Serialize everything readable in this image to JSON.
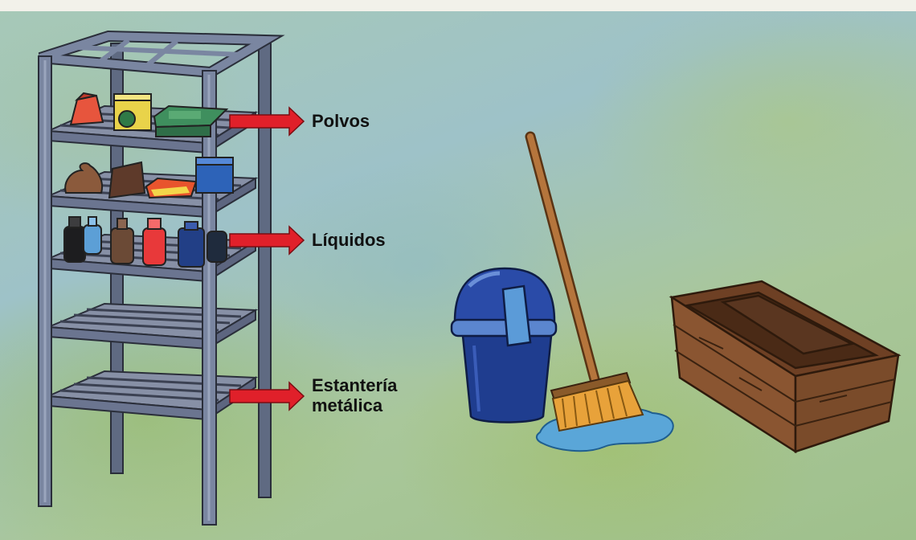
{
  "labels": {
    "powders": "Polvos",
    "liquids": "Líquidos",
    "shelf_line1": "Estantería",
    "shelf_line2": "metálica"
  },
  "colors": {
    "shelf_frame": "#6f7a93",
    "arrow": "#e0202a",
    "bucket": "#1f3d8f",
    "mop_handle": "#b5753c",
    "broom_bristles": "#e8a23a",
    "water": "#5aa6d8",
    "crate": "#7a4b2a"
  },
  "icons": [
    "metal-shelf",
    "pointer-arrow",
    "trash-bin",
    "mop",
    "wooden-crate"
  ]
}
